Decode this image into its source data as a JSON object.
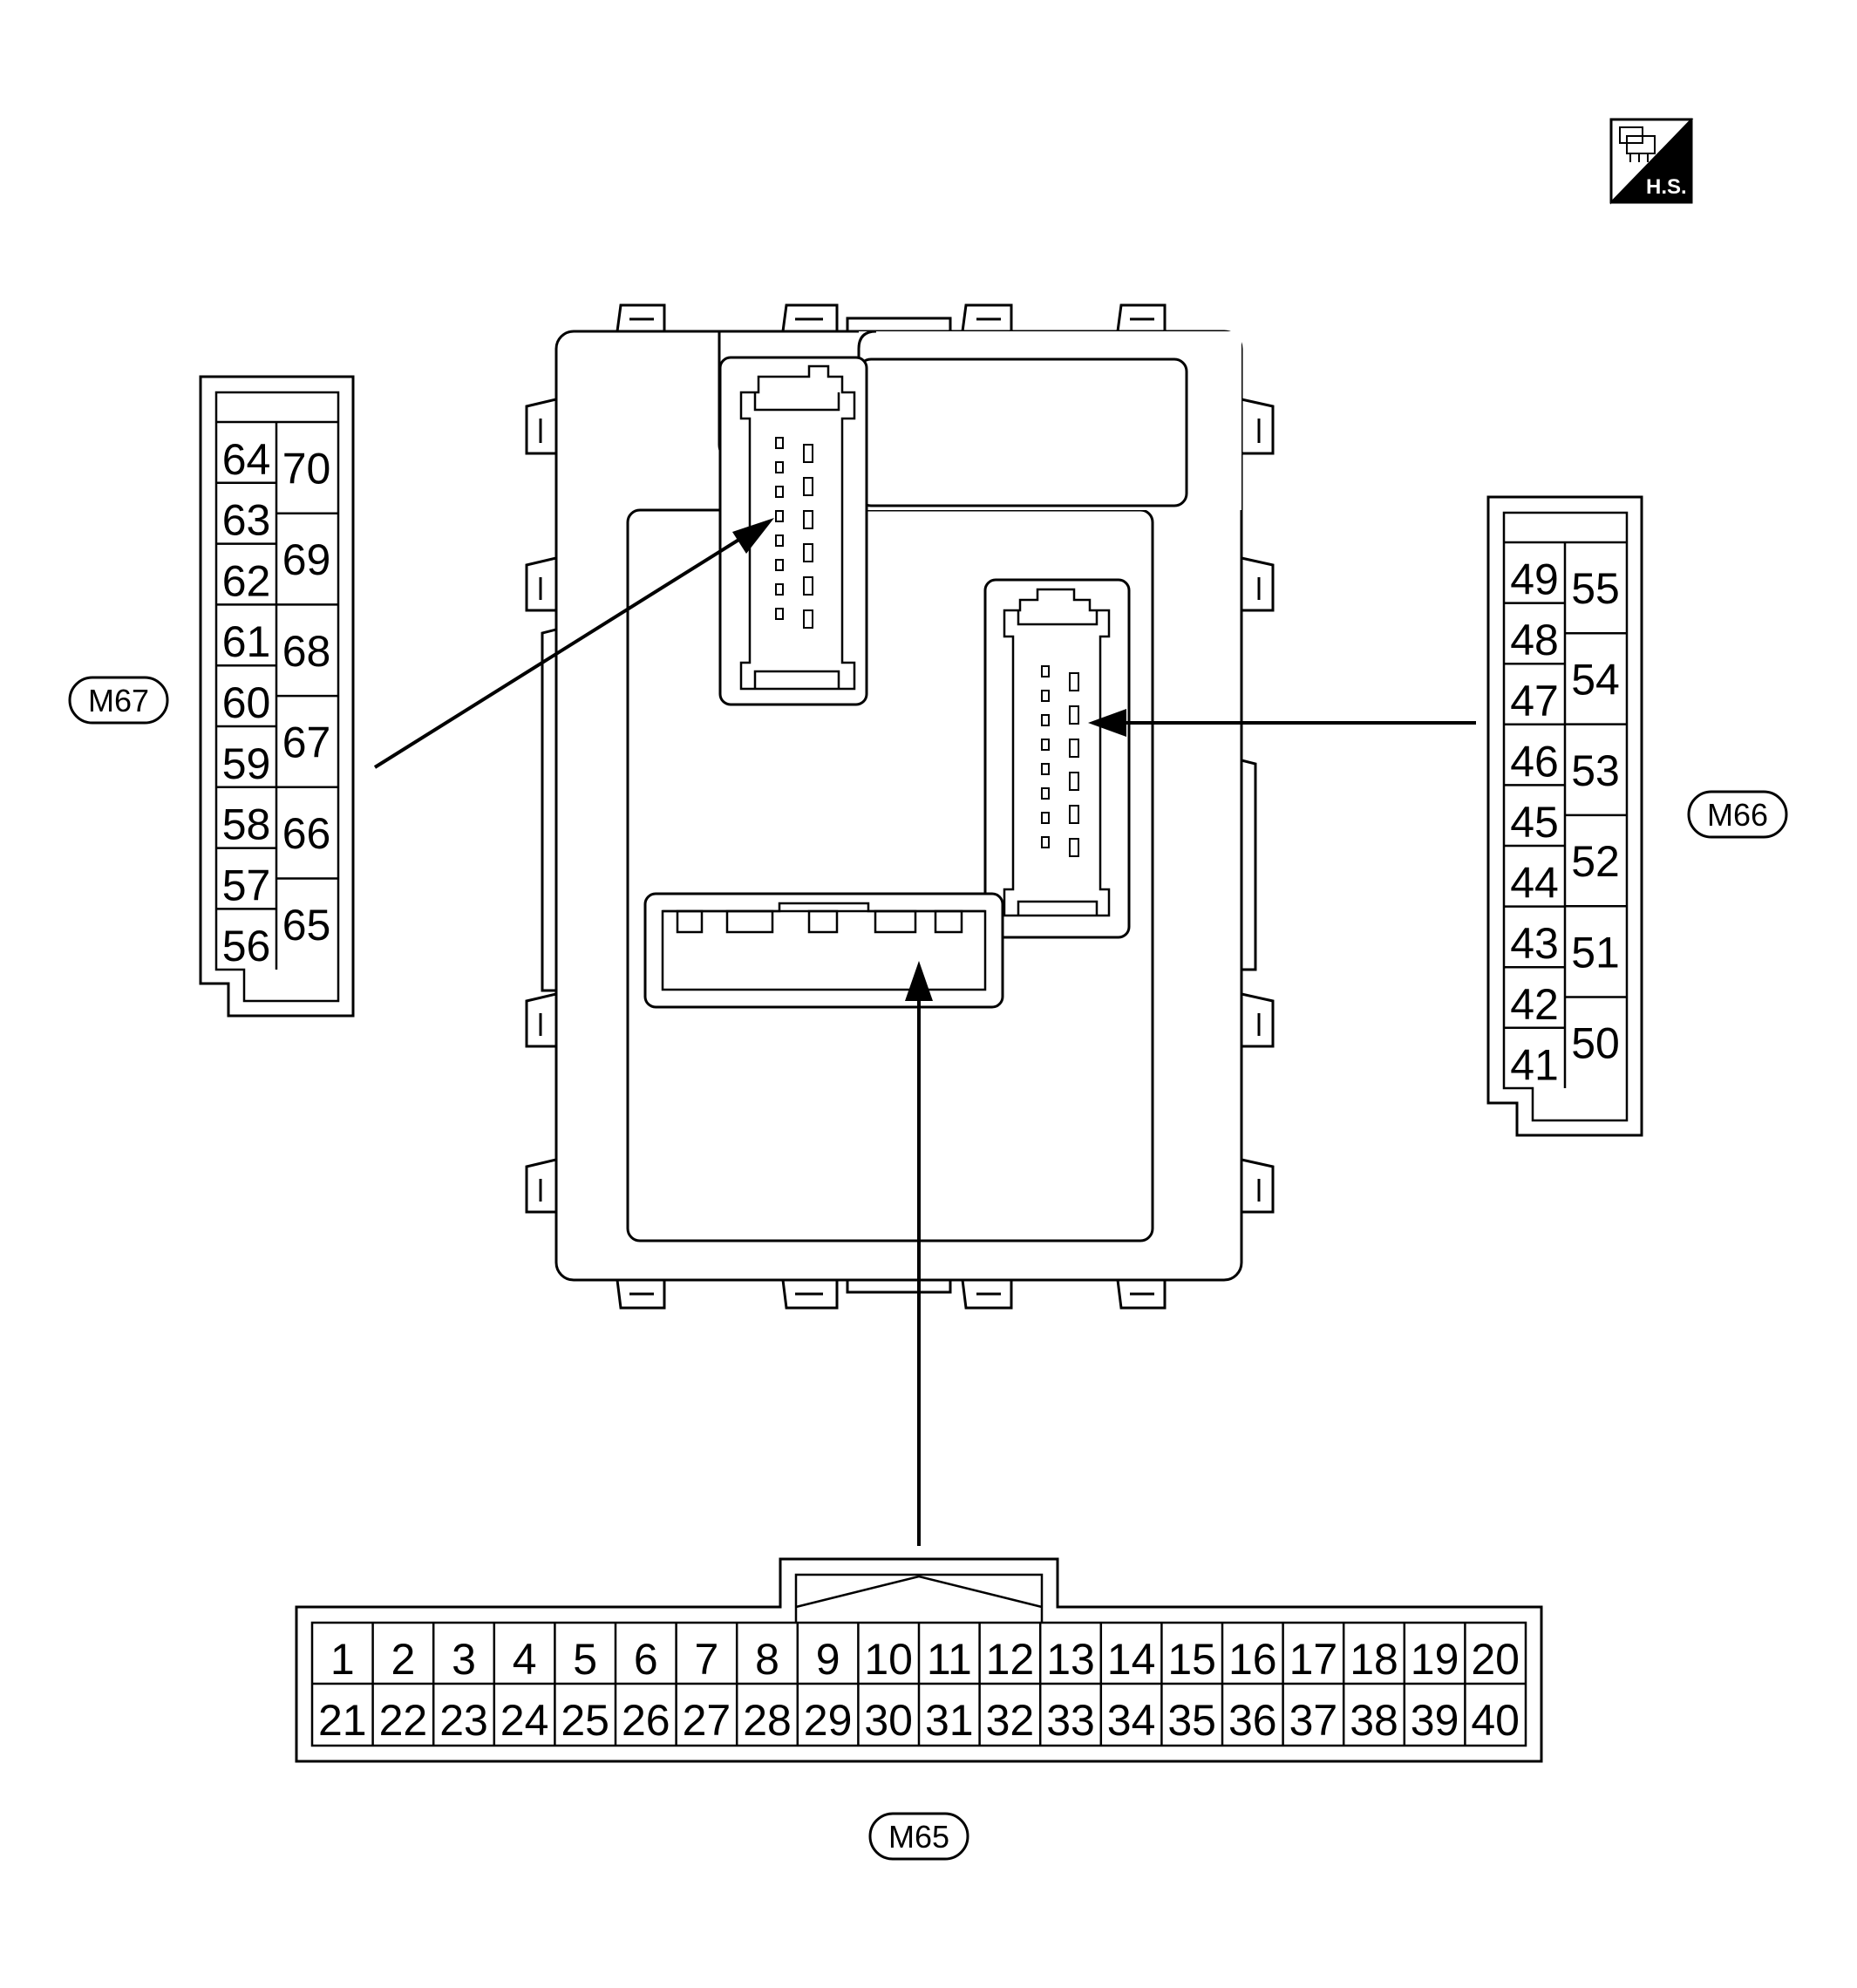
{
  "badge": {
    "text": "H.S."
  },
  "connectors": {
    "m67": {
      "tag": "M67",
      "left": [
        "64",
        "63",
        "62",
        "61",
        "60",
        "59",
        "58",
        "57",
        "56"
      ],
      "right": [
        "70",
        "69",
        "68",
        "67",
        "66",
        "65"
      ]
    },
    "m66": {
      "tag": "M66",
      "left": [
        "49",
        "48",
        "47",
        "46",
        "45",
        "44",
        "43",
        "42",
        "41"
      ],
      "right": [
        "55",
        "54",
        "53",
        "52",
        "51",
        "50"
      ]
    },
    "m65": {
      "tag": "M65",
      "top": [
        "1",
        "2",
        "3",
        "4",
        "5",
        "6",
        "7",
        "8",
        "9",
        "10",
        "11",
        "12",
        "13",
        "14",
        "15",
        "16",
        "17",
        "18",
        "19",
        "20"
      ],
      "bottom": [
        "21",
        "22",
        "23",
        "24",
        "25",
        "26",
        "27",
        "28",
        "29",
        "30",
        "31",
        "32",
        "33",
        "34",
        "35",
        "36",
        "37",
        "38",
        "39",
        "40"
      ]
    }
  }
}
